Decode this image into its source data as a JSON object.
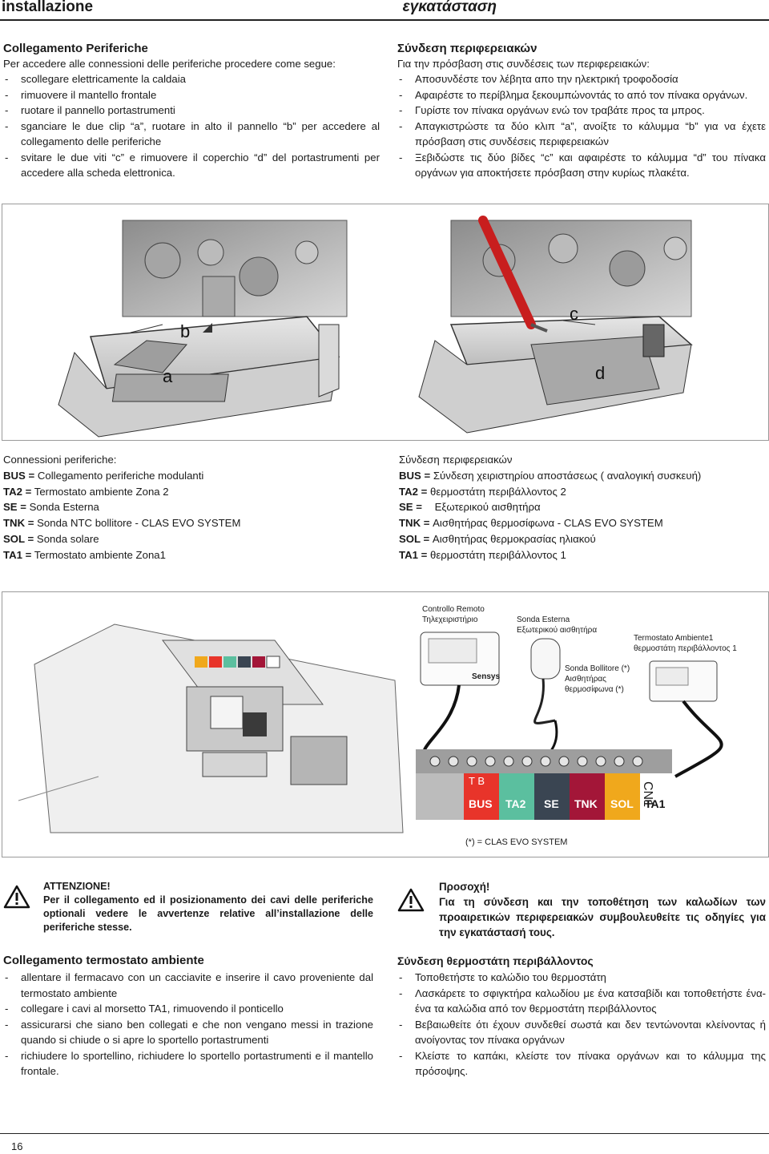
{
  "header": {
    "left_title": "installazione",
    "right_title": "εγκατάσταση"
  },
  "it_periph": {
    "title": "Collegamento Periferiche",
    "intro": "Per accedere alle connessioni delle periferiche procedere come segue:",
    "steps": [
      "scollegare elettricamente la caldaia",
      "rimuovere il mantello frontale",
      "ruotare il pannello portastrumenti",
      "sganciare le due clip “a”, ruotare in alto il pannello “b” per accedere al collegamento delle periferiche",
      "svitare le due viti “c” e rimuovere il coperchio “d” del portastrumenti per accedere alla scheda elettronica."
    ]
  },
  "gr_periph": {
    "title": "Σύνδεση περιφερειακών",
    "intro": "Για την πρόσβαση στις συνδέσεις των περιφερειακών:",
    "steps": [
      "Αποσυνδέστε τον λέβητα απο την ηλεκτρική τροφοδοσία",
      "Αφαιρέστε το περίβλημα ξεκουμπώνοντάς το από τον πίνακα οργάνων.",
      "Γυρίστε τον πίνακα οργάνων ενώ τον τραβάτε προς τα μπρος.",
      "Απαγκιστρώστε τα δύο κλιπ “a”, ανοίξτε το κάλυμμα “b” για να έχετε πρόσβαση στις συνδέσεις περιφερειακών",
      "Ξεβιδώστε τις δύο βίδες “c” και αφαιρέστε το κάλυμμα “d” του πίνακα οργάνων για αποκτήσετε πρόσβαση στην κυρίως πλακέτα."
    ]
  },
  "figure1": {
    "label_a": "a",
    "label_b": "b",
    "label_c": "c",
    "label_d": "d"
  },
  "it_conn": {
    "title": "Connessioni periferiche:",
    "rows": [
      {
        "key": "BUS =",
        "val": "Collegamento periferiche modulanti"
      },
      {
        "key": "TA2 =",
        "val": "Termostato ambiente Zona 2"
      },
      {
        "key": "SE   =",
        "val": "Sonda Esterna"
      },
      {
        "key": "TNK =",
        "val": "Sonda NTC bollitore - CLAS EVO SYSTEM"
      },
      {
        "key": "SOL =",
        "val": "Sonda solare"
      },
      {
        "key": "TA1 =",
        "val": "Termostato ambiente Zona1"
      }
    ]
  },
  "gr_conn": {
    "title": "Σύνδεση περιφερειακών",
    "rows": [
      {
        "key": "BUS =",
        "val": "Σύνδεση χειριστηρίου αποστάσεως ( αναλογική συσκευή)"
      },
      {
        "key": "TA2 =",
        "val": "θερμοστάτη περιβάλλοντος 2"
      },
      {
        "key": "SE =",
        "val": "Εξωτερικού αισθητήρα"
      },
      {
        "key": "TNK =",
        "val": "Αισθητήρας θερμοσίφωνα - CLAS EVO SYSTEM"
      },
      {
        "key": "SOL =",
        "val": "Αισθητήρας θερμοκρασίας ηλιακού"
      },
      {
        "key": "TA1 =",
        "val": "θερμοστάτη περιβάλλοντος 1"
      }
    ]
  },
  "figure2": {
    "remote_it": "Controllo Remoto",
    "remote_gr": "Τηλεχειριστήριο",
    "remote_brand": "Sensys",
    "ext_it": "Sonda Esterna",
    "ext_gr": "Εξωτερικού αισθητήρα",
    "ta1_it": "Termostato Ambiente1",
    "ta1_gr": "θερμοστάτη περιβάλλοντος 1",
    "tank_it": "Sonda Bollitore (*)",
    "tank_gr1": "Αισθητήρας",
    "tank_gr2": "θερμοσίφωνα  (*)",
    "terminal_small": "T   B",
    "terminals": [
      {
        "label": "BUS",
        "color": "#e8342a"
      },
      {
        "label": "TA2",
        "color": "#5bbf9f"
      },
      {
        "label": "SE",
        "color": "#3a4552"
      },
      {
        "label": "TNK",
        "color": "#a31638"
      },
      {
        "label": "SOL",
        "color": "#f0a81c"
      },
      {
        "label": "TA1",
        "color": "#ffffff"
      }
    ],
    "cn_label": "CN1",
    "footnote": "(*) = CLAS EVO SYSTEM"
  },
  "warn_it": {
    "title": "ATTENZIONE!",
    "text": "Per il collegamento ed il posizionamento dei cavi delle periferiche optionali vedere le avvertenze relative all’installazione delle periferiche stesse."
  },
  "warn_gr": {
    "title": "Προσοχή!",
    "text": "Για τη σύνδεση και την τοποθέτηση των καλωδίων των προαιρετικών περιφερειακών συμβουλευθείτε τις οδηγίες για την εγκατάστασή τους."
  },
  "it_thermo": {
    "title": "Collegamento termostato ambiente",
    "steps": [
      "allentare il fermacavo con un cacciavite e inserire il cavo proveniente dal termostato ambiente",
      "collegare i cavi al morsetto TA1, rimuovendo il ponticello",
      "assicurarsi che siano ben collegati e che non vengano messi in trazione quando si chiude o si apre lo sportello portastrumenti",
      "richiudere lo sportellino, richiudere lo sportello portastrumenti e il mantello frontale."
    ]
  },
  "gr_thermo": {
    "title": "Σύνδεση θερμοστάτη περιβάλλοντος",
    "steps": [
      "Τοποθετήστε το καλώδιο του θερμοστάτη",
      "Λασκάρετε το σφιγκτήρα καλωδίου με ένα κατσαβίδι και τοποθετήστε ένα-ένα τα καλώδια από τον θερμοστάτη περιβάλλοντος",
      "Βεβαιωθείτε ότι έχουν συνδεθεί σωστά και δεν τεντώνονται κλείνοντας ή ανοίγοντας τον πίνακα οργάνων",
      "Κλείστε το καπάκι, κλείστε τον πίνακα οργάνων και το κάλυμμα της πρόσοψης."
    ]
  },
  "page_number": "16"
}
